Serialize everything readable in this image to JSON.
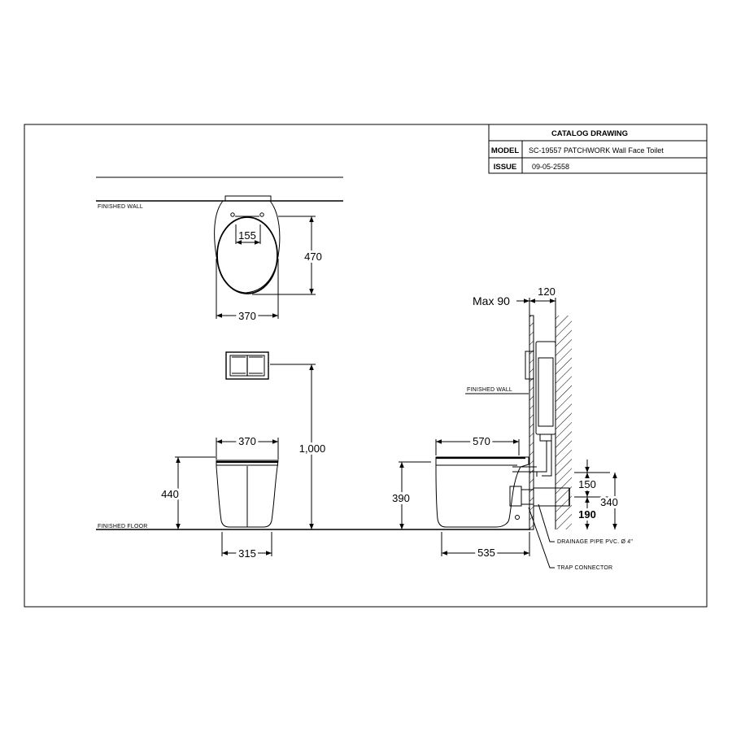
{
  "title_block": {
    "heading": "CATALOG DRAWING",
    "model_label": "MODEL",
    "model_value": "SC-19557  PATCHWORK Wall Face Toilet",
    "issue_label": "ISSUE",
    "issue_value": "09-05-2558"
  },
  "labels": {
    "finished_wall_top": "FINISHED WALL",
    "finished_wall_side": "FINISHED WALL",
    "finished_floor": "FINISHED FLOOR",
    "drainage_pipe": "DRAINAGE PIPE PVC. Ø 4\"",
    "trap_connector": "TRAP CONNECTOR"
  },
  "dimensions": {
    "top_155": "155",
    "top_470": "470",
    "top_370": "370",
    "front_370": "370",
    "front_440": "440",
    "front_315": "315",
    "front_1000": "1,000",
    "side_max90": "Max 90",
    "side_120": "120",
    "side_570": "570",
    "side_390": "390",
    "side_535": "535",
    "side_150": "150",
    "side_340": "340",
    "side_190": "190"
  }
}
